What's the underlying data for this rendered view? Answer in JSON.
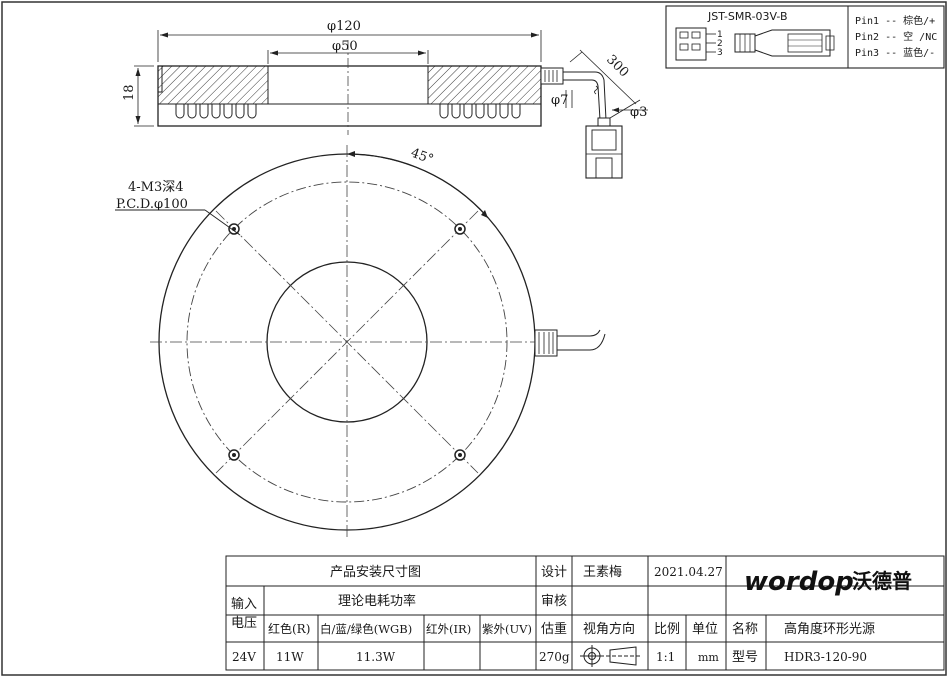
{
  "top_view": {
    "dim_outer": "φ120",
    "dim_inner": "φ50",
    "dim_height": "18",
    "dim_cable_len": "300",
    "dim_cable_dia": "φ7",
    "dim_wire_dia": "φ3"
  },
  "connector_legend": {
    "model": "JST-SMR-03V-B",
    "pin_numbers": [
      "1",
      "2",
      "3"
    ],
    "pins": [
      "Pin1 -- 棕色/+",
      "Pin2 -- 空 /NC",
      "Pin3 -- 蓝色/-"
    ]
  },
  "plan_view": {
    "angle": "45°",
    "hole_spec": "4-M3深4",
    "pcd": "P.C.D.φ100"
  },
  "title_block": {
    "drawing_title": "产品安装尺寸图",
    "design_label": "设计",
    "designer": "王素梅",
    "date": "2021.04.27",
    "review_label": "审核",
    "brand_latin": "wordop",
    "brand_cn": "沃德普",
    "input_voltage_label": "输入电压",
    "power_label": "理论电耗功率",
    "red_label": "红色(R)",
    "wgb_label": "白/蓝/绿色(WGB)",
    "ir_label": "红外(IR)",
    "uv_label": "紫外(UV)",
    "weight_label": "估重",
    "view_dir_label": "视角方向",
    "scale_label": "比例",
    "unit_label": "单位",
    "name_label": "名称",
    "product_name": "高角度环形光源",
    "voltage": "24V",
    "red_power": "11W",
    "wgb_power": "11.3W",
    "weight": "270g",
    "scale": "1:1",
    "unit": "mm",
    "model_label": "型号",
    "model": "HDR3-120-90"
  }
}
